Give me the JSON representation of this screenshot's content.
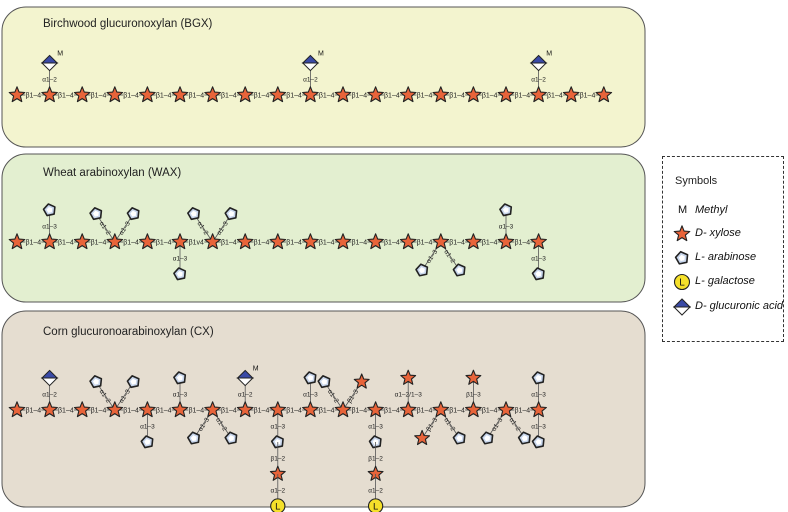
{
  "panels": [
    {
      "title": "Birchwood glucuronoxylan (BGX)",
      "fill": "#f3f4cf",
      "backbone_count": 19,
      "linkages": [
        "β1–4",
        "β1–4",
        "β1–4",
        "β1–4",
        "β1–4",
        "β1–4",
        "β1–4",
        "β1–4",
        "β1–4",
        "β1–4",
        "β1–4",
        "β1–4",
        "β1–4",
        "β1–4",
        "β1–4",
        "β1–4",
        "β1–4",
        "β1–4"
      ],
      "branches": [
        {
          "at": 1,
          "dir": "up",
          "chain": [
            {
              "type": "glca",
              "methyl": "M",
              "link": "α1–2"
            }
          ]
        },
        {
          "at": 9,
          "dir": "up",
          "chain": [
            {
              "type": "glca",
              "methyl": "M",
              "link": "α1–2"
            }
          ]
        },
        {
          "at": 16,
          "dir": "up",
          "chain": [
            {
              "type": "glca",
              "methyl": "M",
              "link": "α1–2"
            }
          ]
        }
      ]
    },
    {
      "title": "Wheat arabinoxylan (WAX)",
      "fill": "#e3efd0",
      "backbone_count": 17,
      "linkages": [
        "β1–4",
        "β1–4",
        "β1–4",
        "β1–4",
        "β1–4",
        "β1v4",
        "β1–4",
        "β1–4",
        "β1–4",
        "β1–4",
        "β1–4",
        "β1–4",
        "β1–4",
        "β1–4",
        "β1–4",
        "β1–4"
      ],
      "branches": [
        {
          "at": 1,
          "dir": "up",
          "chain": [
            {
              "type": "ara",
              "link": "α1–3"
            }
          ]
        },
        {
          "at": 3,
          "dir": "upleft",
          "chain": [
            {
              "type": "ara",
              "link": "α1–2"
            }
          ]
        },
        {
          "at": 3,
          "dir": "upright",
          "chain": [
            {
              "type": "ara",
              "link": "α1–3"
            }
          ]
        },
        {
          "at": 5,
          "dir": "down",
          "chain": [
            {
              "type": "ara",
              "link": "α1–3"
            }
          ]
        },
        {
          "at": 6,
          "dir": "upleft",
          "chain": [
            {
              "type": "ara",
              "link": "α1–2"
            }
          ]
        },
        {
          "at": 6,
          "dir": "upright",
          "chain": [
            {
              "type": "ara",
              "link": "α1–3"
            }
          ]
        },
        {
          "at": 13,
          "dir": "downleft",
          "chain": [
            {
              "type": "ara",
              "link": "α1–3"
            }
          ]
        },
        {
          "at": 13,
          "dir": "downright",
          "chain": [
            {
              "type": "ara",
              "link": "α1–2"
            }
          ]
        },
        {
          "at": 15,
          "dir": "up",
          "chain": [
            {
              "type": "ara",
              "link": "α1–3"
            }
          ]
        },
        {
          "at": 16,
          "dir": "down",
          "chain": [
            {
              "type": "ara",
              "link": "α1–3"
            }
          ]
        }
      ]
    },
    {
      "title": "Corn glucuronoarabinoxylan (CX)",
      "fill": "#e5ddd0",
      "backbone_count": 17,
      "linkages": [
        "β1–4",
        "β1–4",
        "β1–4",
        "β1–4",
        "β1–4",
        "β1–4",
        "β1–4",
        "β1–4",
        "β1–4",
        "β1–4",
        "β1–4",
        "β1–4",
        "β1–4",
        "β1–4",
        "β1–4",
        "β1–4"
      ],
      "branches": [
        {
          "at": 1,
          "dir": "up",
          "chain": [
            {
              "type": "glca",
              "link": "α1–2"
            }
          ]
        },
        {
          "at": 3,
          "dir": "upleft",
          "chain": [
            {
              "type": "ara",
              "link": "α1–2"
            }
          ]
        },
        {
          "at": 3,
          "dir": "upright",
          "chain": [
            {
              "type": "ara",
              "link": "α1–3"
            }
          ]
        },
        {
          "at": 4,
          "dir": "down",
          "chain": [
            {
              "type": "ara",
              "link": "α1–3"
            }
          ]
        },
        {
          "at": 5,
          "dir": "up",
          "chain": [
            {
              "type": "ara",
              "link": "α1–3"
            }
          ]
        },
        {
          "at": 6,
          "dir": "downleft",
          "chain": [
            {
              "type": "ara",
              "link": "α1–3"
            }
          ]
        },
        {
          "at": 6,
          "dir": "downright",
          "chain": [
            {
              "type": "ara",
              "link": "α1–2"
            }
          ]
        },
        {
          "at": 7,
          "dir": "up",
          "chain": [
            {
              "type": "glca",
              "methyl": "M",
              "link": "α1–2"
            }
          ]
        },
        {
          "at": 8,
          "dir": "down",
          "chain": [
            {
              "type": "ara",
              "link": "α1–3"
            },
            {
              "type": "xyl",
              "link": "β1–2"
            },
            {
              "type": "gal",
              "link": "α1–2"
            }
          ]
        },
        {
          "at": 9,
          "dir": "up",
          "chain": [
            {
              "type": "ara",
              "link": "α1–3"
            }
          ]
        },
        {
          "at": 10,
          "dir": "upleft",
          "chain": [
            {
              "type": "ara",
              "link": "α1–2"
            }
          ]
        },
        {
          "at": 10,
          "dir": "upright",
          "chain": [
            {
              "type": "xyl",
              "link": "β1–3"
            }
          ]
        },
        {
          "at": 11,
          "dir": "down",
          "chain": [
            {
              "type": "ara",
              "link": "α1–3"
            },
            {
              "type": "xyl",
              "link": "β1–2"
            },
            {
              "type": "gal",
              "link": "α1–2"
            }
          ]
        },
        {
          "at": 12,
          "dir": "up",
          "chain": [
            {
              "type": "xyl",
              "link": "α1–2/1–3"
            }
          ]
        },
        {
          "at": 13,
          "dir": "downleft",
          "chain": [
            {
              "type": "xyl",
              "link": "β1–3"
            }
          ]
        },
        {
          "at": 13,
          "dir": "downright",
          "chain": [
            {
              "type": "ara",
              "link": "α1–2"
            }
          ]
        },
        {
          "at": 14,
          "dir": "up",
          "chain": [
            {
              "type": "xyl",
              "link": "β1–3"
            }
          ]
        },
        {
          "at": 15,
          "dir": "downleft",
          "chain": [
            {
              "type": "ara",
              "link": "α1–3"
            }
          ]
        },
        {
          "at": 15,
          "dir": "downright",
          "chain": [
            {
              "type": "ara",
              "link": "α1–2"
            }
          ]
        },
        {
          "at": 16,
          "dir": "up",
          "chain": [
            {
              "type": "ara",
              "link": "α1–3"
            }
          ]
        },
        {
          "at": 16,
          "dir": "down",
          "chain": [
            {
              "type": "ara",
              "link": "α1–3"
            }
          ]
        }
      ]
    }
  ],
  "legend": {
    "title": "Symbols",
    "items": [
      {
        "symbol": "M",
        "label": "Methyl"
      },
      {
        "symbol": "xyl",
        "label": "D- xylose"
      },
      {
        "symbol": "ara",
        "label": "L- arabinose"
      },
      {
        "symbol": "gal",
        "label": "L- galactose",
        "letter": "L"
      },
      {
        "symbol": "glca",
        "label": "D- glucuronic acid"
      }
    ]
  },
  "colors": {
    "xylose": "#e8643a",
    "arabinose": "#c8d6ec",
    "galactose": "#f5e02a",
    "glucuronic": "#3a4aa6",
    "outline": "#222222"
  }
}
